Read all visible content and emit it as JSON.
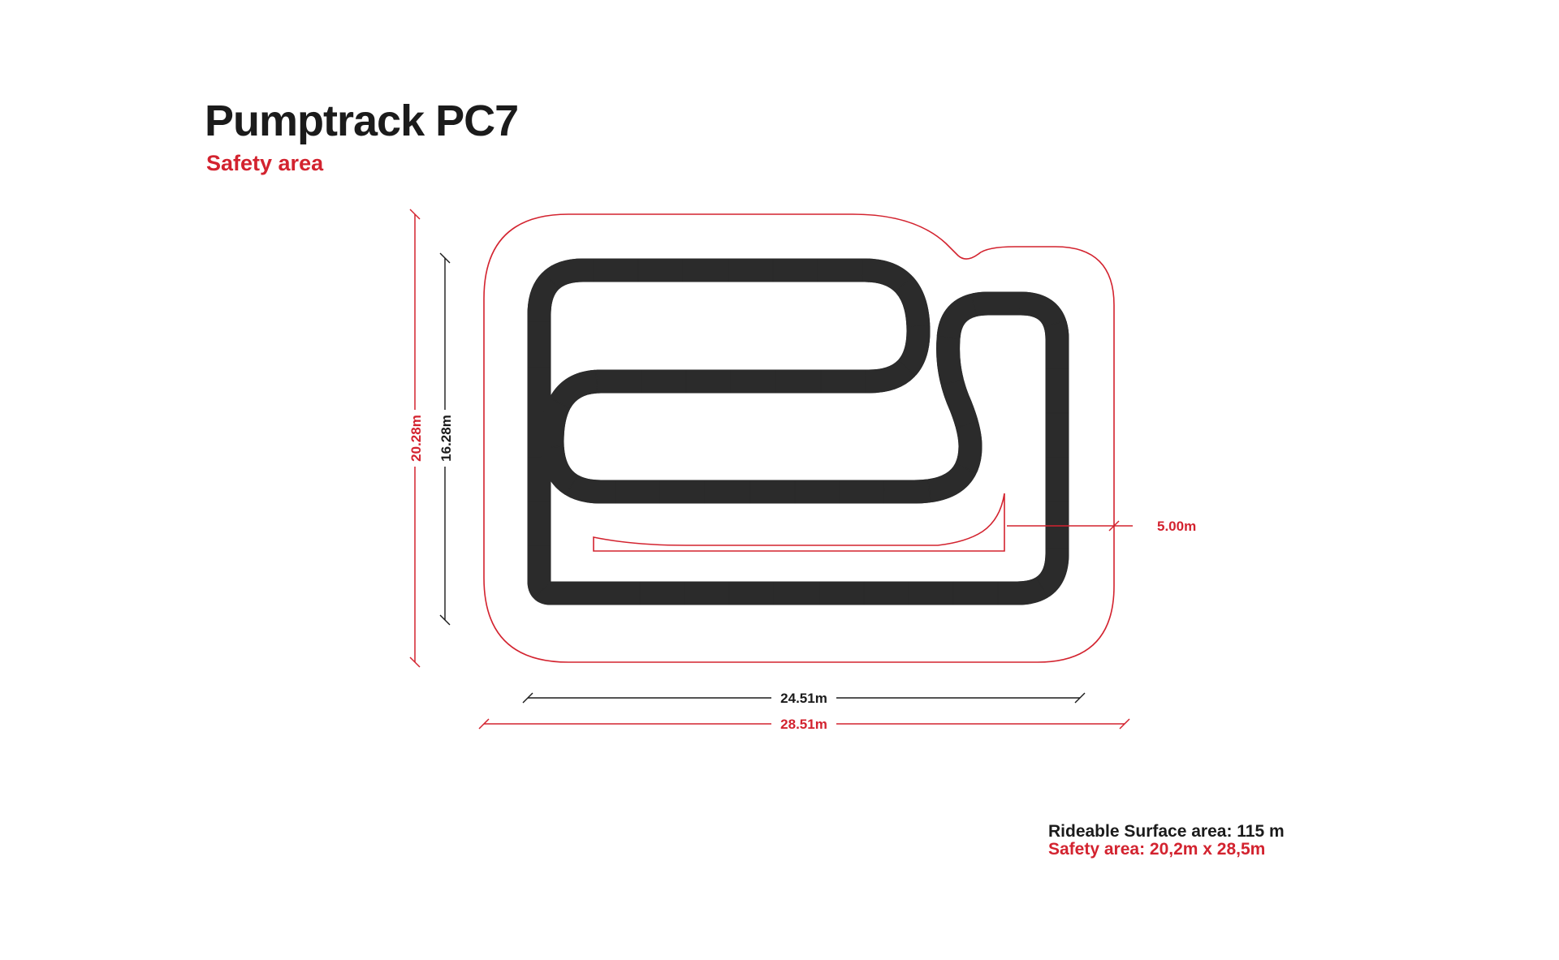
{
  "header": {
    "title": "Pumptrack PC7",
    "subtitle": "Safety area"
  },
  "dimensions": {
    "safety_height": "20.28m",
    "track_height": "16.28m",
    "track_width": "24.51m",
    "safety_width": "28.51m",
    "safety_margin": "5.00m"
  },
  "info": {
    "rideable_surface": "Rideable Surface area: 115 m",
    "safety_area": "Safety area: 20,2m x 28,5m"
  },
  "colors": {
    "track": "#2b2b2b",
    "safety_outline": "#d3232f",
    "text_dark": "#1b1b1b",
    "text_red": "#d3232f"
  }
}
